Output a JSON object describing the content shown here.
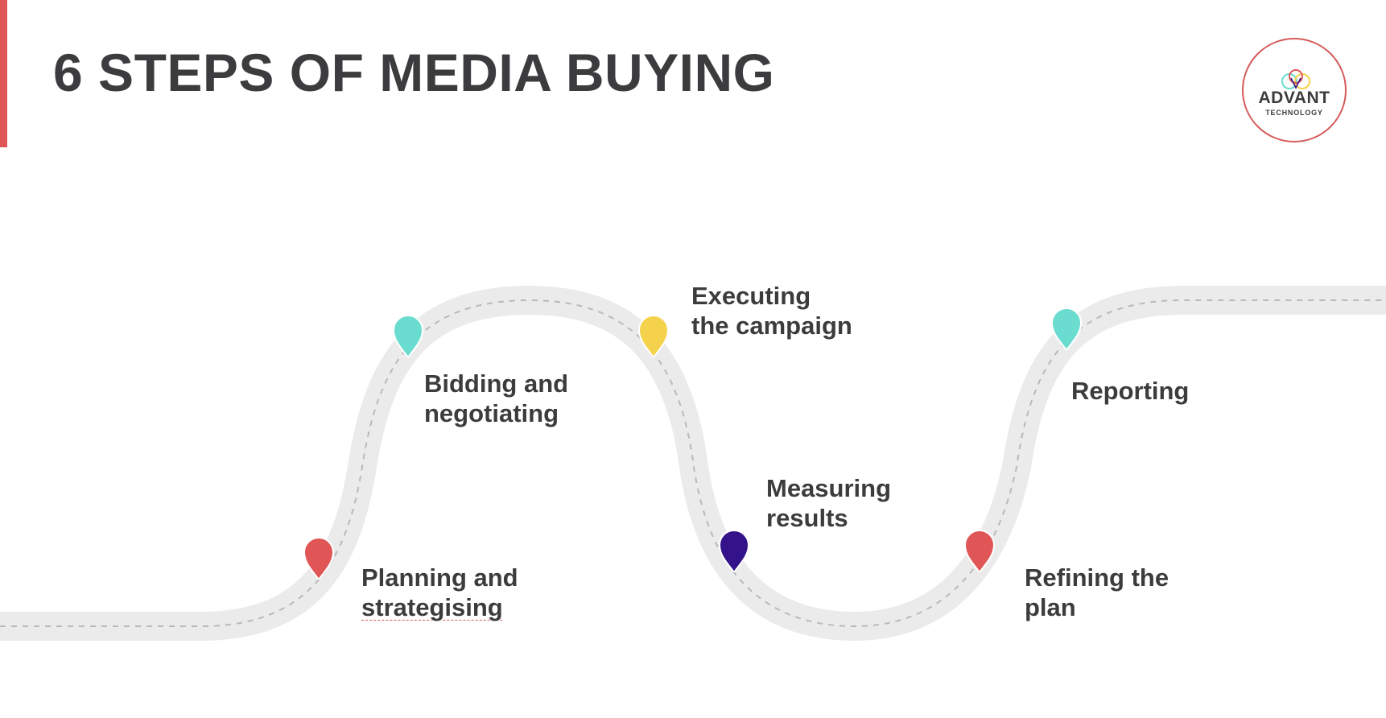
{
  "header": {
    "title": "6 STEPS OF MEDIA BUYING"
  },
  "logo": {
    "wordmark": "ADVANT",
    "tagline": "TECHNOLOGY"
  },
  "colors": {
    "accent": "#e05656",
    "teal": "#6adcd0",
    "yellow": "#f5d24b",
    "purple": "#33128a",
    "road": "#ebebeb",
    "text": "#3c3c3e"
  },
  "steps": [
    {
      "lines": [
        "Planning and",
        "strategising"
      ],
      "pin_color": "red"
    },
    {
      "lines": [
        "Bidding and",
        "negotiating"
      ],
      "pin_color": "teal"
    },
    {
      "lines": [
        "Executing",
        "the campaign"
      ],
      "pin_color": "yellow"
    },
    {
      "lines": [
        "Measuring",
        "results"
      ],
      "pin_color": "purple"
    },
    {
      "lines": [
        "Refining the",
        "plan"
      ],
      "pin_color": "red"
    },
    {
      "lines": [
        "Reporting"
      ],
      "pin_color": "teal"
    }
  ]
}
